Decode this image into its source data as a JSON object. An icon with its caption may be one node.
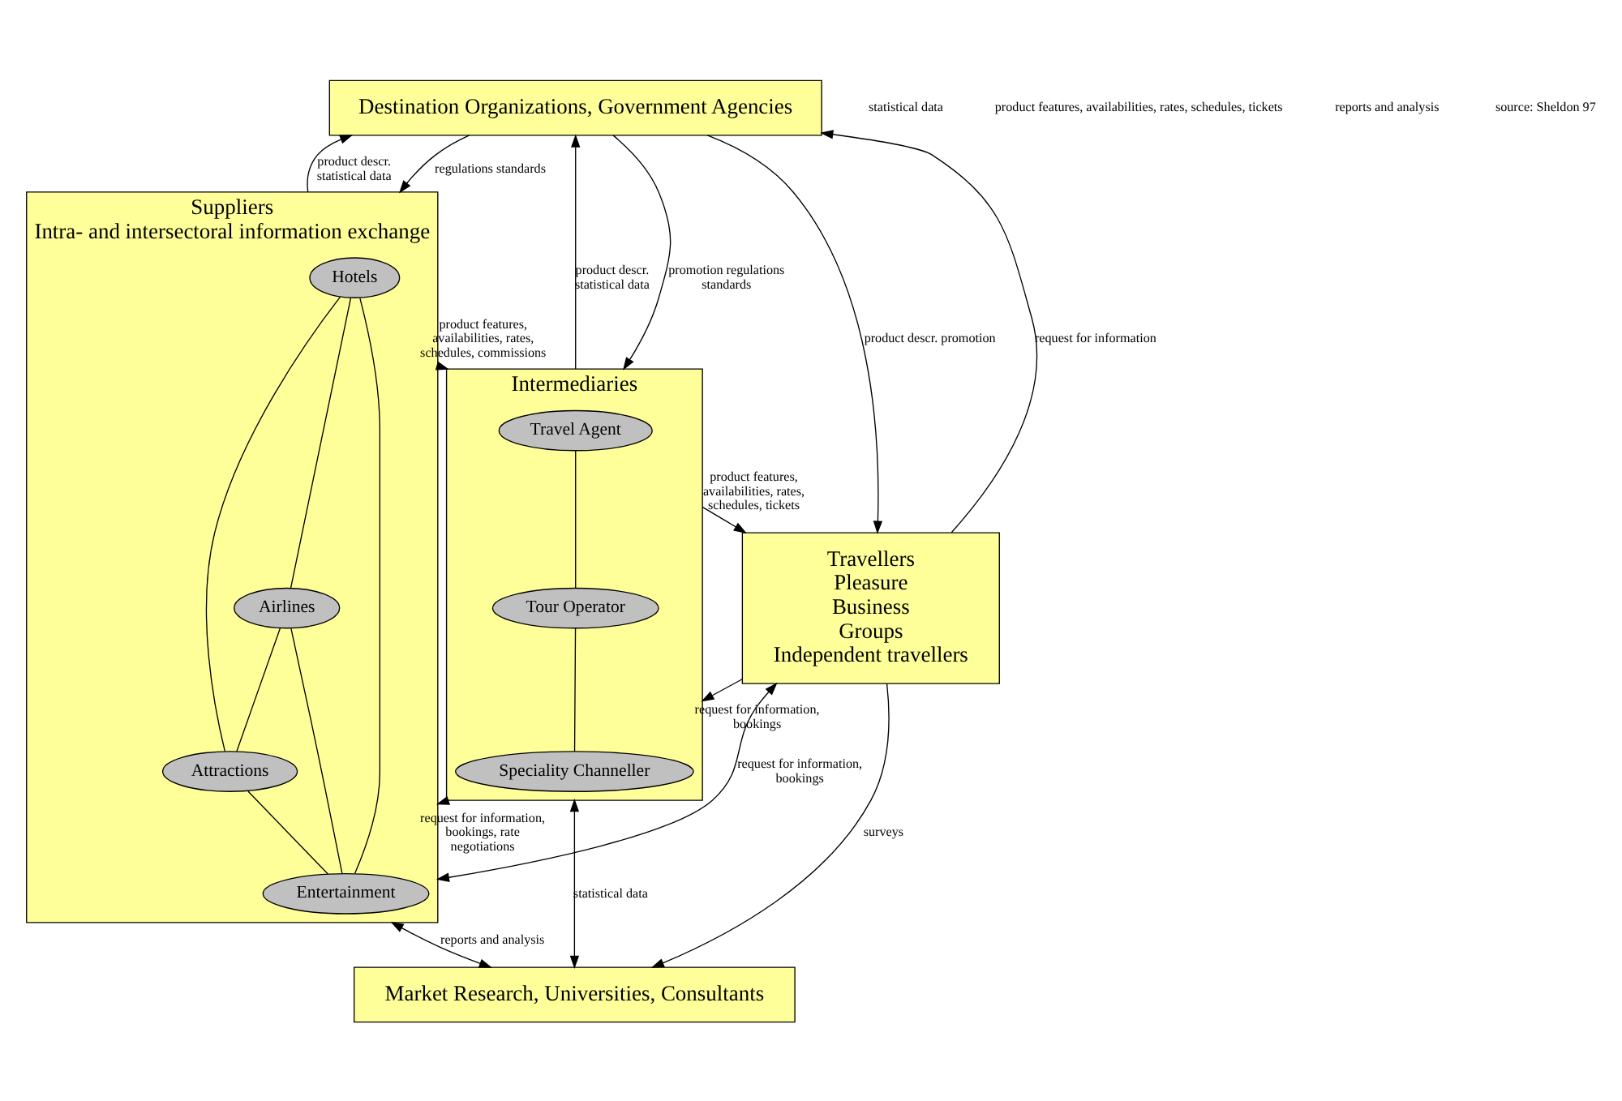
{
  "diagram": {
    "nodes": [
      {
        "text": [
          "Destination Organizations, Government Agencies"
        ]
      },
      {
        "text": [
          "Suppliers",
          "Intra- and intersectoral information exchange"
        ]
      },
      {
        "text": [
          "Hotels"
        ],
        "in": 1
      },
      {
        "text": [
          "Attractions"
        ],
        "in": 1
      },
      {
        "text": [
          "Airlines"
        ],
        "in": 1
      },
      {
        "text": [
          "Entertainment"
        ],
        "in": 1
      },
      {
        "text": [
          "Intermediaries"
        ]
      },
      {
        "text": [
          "Travel Agent"
        ],
        "in": 6
      },
      {
        "text": [
          "Tour Operator"
        ],
        "in": 6
      },
      {
        "text": [
          "Speciality Channeller"
        ],
        "in": 6
      },
      {
        "text": [
          "Travellers",
          "Pleasure",
          "Business",
          "Groups",
          "Independent travellers"
        ]
      },
      {
        "text": [
          "Market Research, Universities, Consultants"
        ]
      }
    ],
    "edges": [
      {
        "from": 1,
        "to": 0,
        "arrow": "to",
        "label": "product descr. statistical data"
      },
      {
        "from": 0,
        "to": 1,
        "arrow": "to",
        "label": "regulations standards"
      },
      {
        "from": 6,
        "to": 0,
        "arrow": "to",
        "label": "product descr. statistical data"
      },
      {
        "from": 0,
        "to": 6,
        "arrow": "to",
        "label": "promotion regulations standards"
      },
      {
        "from": 10,
        "to": 0,
        "arrow": "to",
        "label": "request for information"
      },
      {
        "from": 0,
        "to": 10,
        "arrow": "to",
        "label": "product descr. promotion"
      },
      {
        "from": 2,
        "to": 4,
        "arrow": "none"
      },
      {
        "from": 2,
        "to": 3,
        "arrow": "none"
      },
      {
        "from": 2,
        "to": 5,
        "arrow": "none"
      },
      {
        "from": 4,
        "to": 3,
        "arrow": "none"
      },
      {
        "from": 4,
        "to": 5,
        "arrow": "none"
      },
      {
        "from": 3,
        "to": 5,
        "arrow": "none"
      },
      {
        "from": 7,
        "to": 8,
        "arrow": "none"
      },
      {
        "from": 8,
        "to": 9,
        "arrow": "none"
      },
      {
        "from": 1,
        "to": 6,
        "arrow": "to",
        "label": "product features, availabilities, rates, schedules, commissions"
      },
      {
        "from": 6,
        "to": 1,
        "arrow": "to",
        "label": "request for information, bookings, rate negotiations"
      },
      {
        "from": 6,
        "to": 10,
        "arrow": "to",
        "label": "product features, availabilities, rates, schedules, tickets"
      },
      {
        "from": 10,
        "to": 6,
        "arrow": "to",
        "label": "request for information, bookings"
      },
      {
        "from": 1,
        "to": 11,
        "arrow": "both",
        "label": "reports and analysis"
      },
      {
        "from": 1,
        "to": 10,
        "arrow": "both",
        "label": "request for information, bookings"
      },
      {
        "from": 6,
        "to": 11,
        "arrow": "both",
        "label": "statistical data"
      },
      {
        "from": 10,
        "to": 11,
        "arrow": "to",
        "label": "surveys"
      }
    ],
    "labels": [
      "statistical data",
      "product features, availabilities, rates, schedules, tickets",
      "reports and analysis",
      "source: Sheldon 97"
    ]
  }
}
